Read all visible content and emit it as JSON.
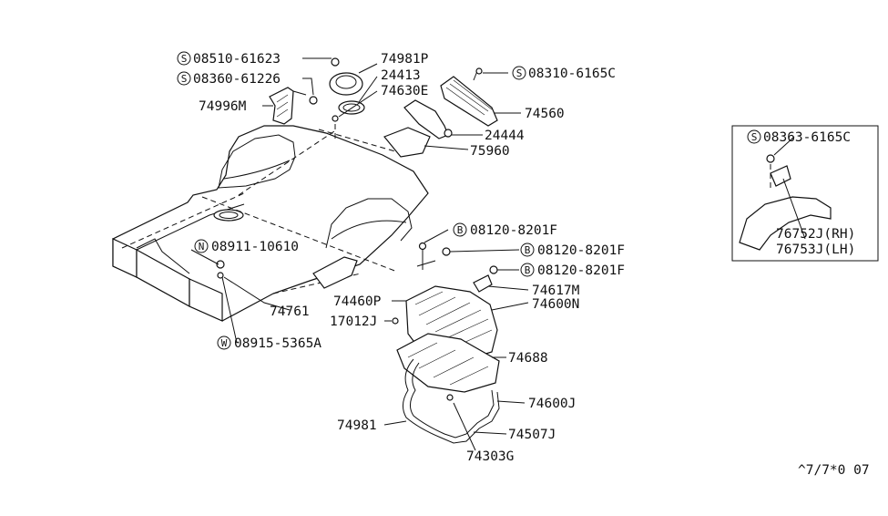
{
  "callouts": [
    {
      "id": "c1",
      "symbol": "S",
      "number": "08510-61623"
    },
    {
      "id": "c2",
      "symbol": "S",
      "number": "08360-61226"
    },
    {
      "id": "c3",
      "symbol": "S",
      "number": "08310-6165C"
    },
    {
      "id": "c4",
      "symbol": "N",
      "number": "08911-10610"
    },
    {
      "id": "c5",
      "symbol": "W",
      "number": "08915-5365A"
    },
    {
      "id": "c6",
      "symbol": "B",
      "number": "08120-8201F"
    },
    {
      "id": "c7",
      "symbol": "B",
      "number": "08120-8201F"
    },
    {
      "id": "c8",
      "symbol": "B",
      "number": "08120-8201F"
    },
    {
      "id": "c9",
      "symbol": "S",
      "number": "08363-6165C"
    }
  ],
  "parts": {
    "p74981P": "74981P",
    "p24413": "24413",
    "p74630E": "74630E",
    "p74996M": "74996M",
    "p74560": "74560",
    "p24444": "24444",
    "p75960": "75960",
    "p74761": "74761",
    "p74460P": "74460P",
    "p17012J": "17012J",
    "p74617M": "74617M",
    "p74600N": "74600N",
    "p74688": "74688",
    "p74600J": "74600J",
    "p74981": "74981",
    "p74507J": "74507J",
    "p74303G": "74303G",
    "p76752J": "76752J(RH)",
    "p76753J": "76753J(LH)"
  },
  "footer_code": "^7/7*0 07"
}
